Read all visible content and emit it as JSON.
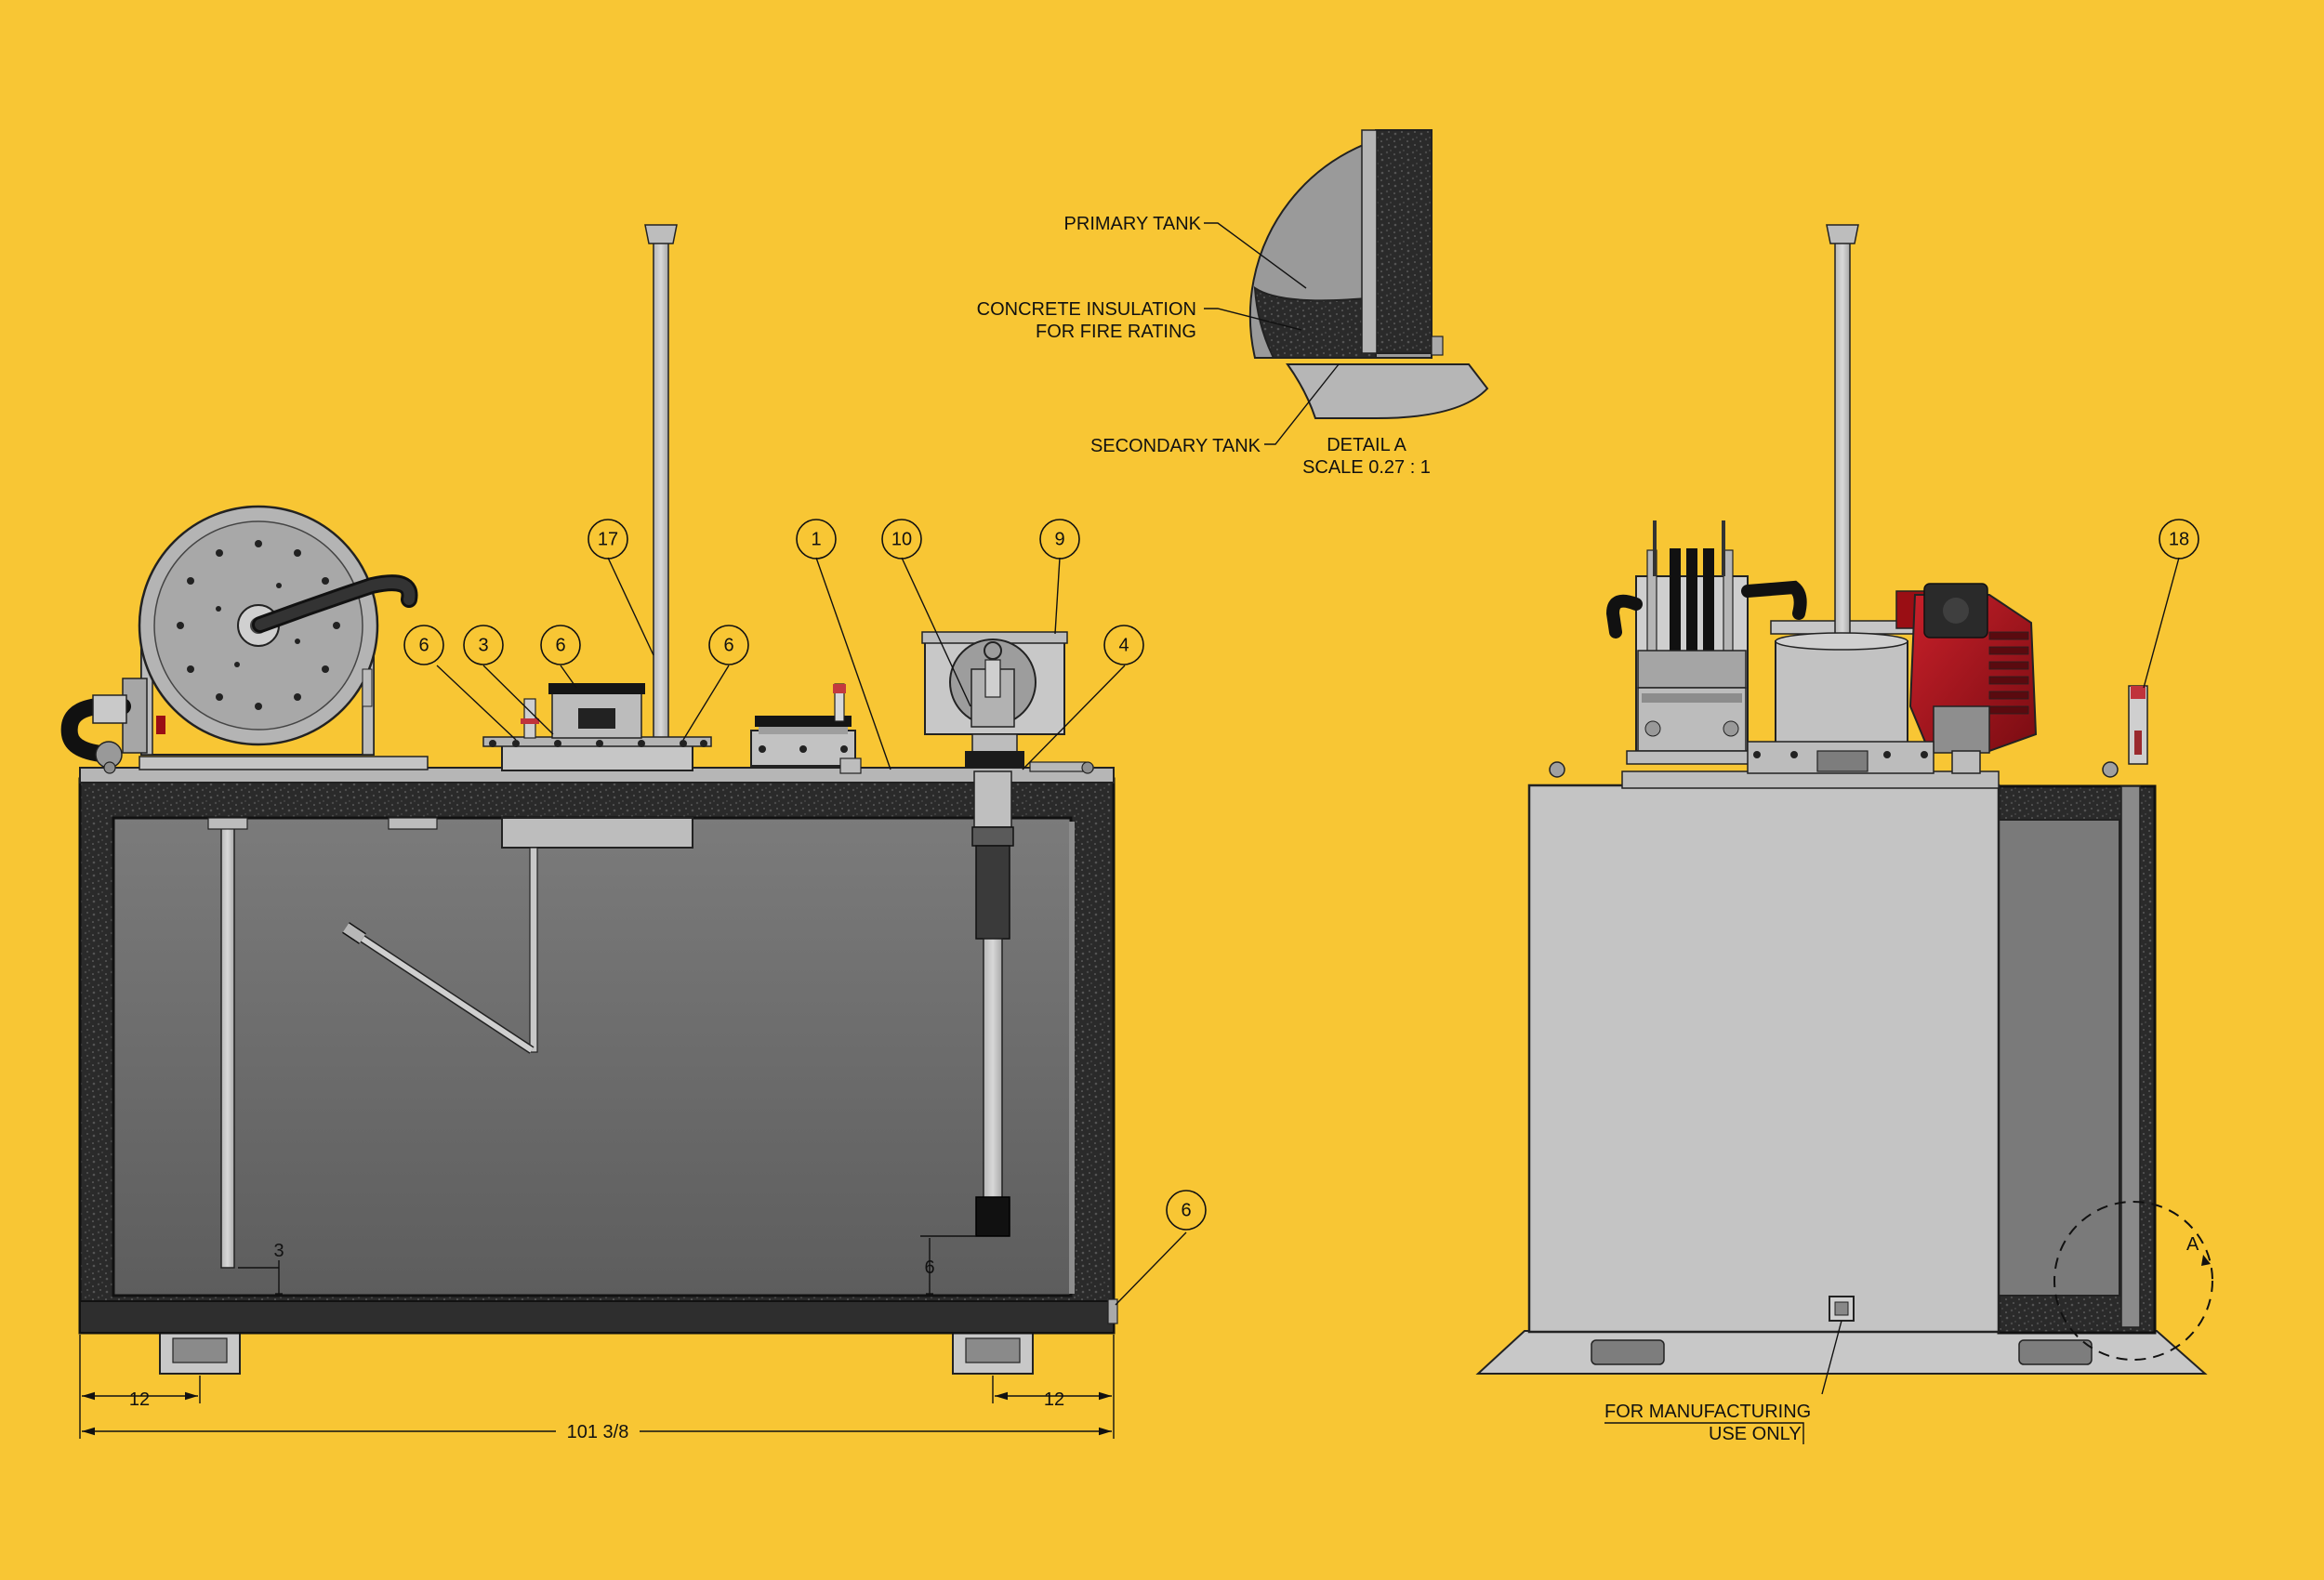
{
  "detail": {
    "primary_tank": "PRIMARY TANK",
    "concrete_line1": "CONCRETE INSULATION",
    "concrete_line2": "FOR FIRE RATING",
    "secondary_tank": "SECONDARY TANK",
    "title": "DETAIL  A",
    "scale": "SCALE 0.27 : 1"
  },
  "balloons": {
    "b17": "17",
    "b1": "1",
    "b10": "10",
    "b9": "9",
    "b6a": "6",
    "b3": "3",
    "b6b": "6",
    "b6c": "6",
    "b4": "4",
    "b6d": "6",
    "b18": "18"
  },
  "dimensions": {
    "left_offset": "12",
    "right_offset": "12",
    "overall_length": "101 3/8",
    "drop_tube_gap": "3",
    "pump_gap": "6"
  },
  "side_view": {
    "section_marker": "A",
    "note_line1": "FOR MANUFACTURING",
    "note_line2": "USE ONLY"
  },
  "colors": {
    "background": "#F8C634",
    "pump_red": "#B5121B",
    "concrete": "#2b2b2b",
    "steel": "#c9c9c9"
  }
}
